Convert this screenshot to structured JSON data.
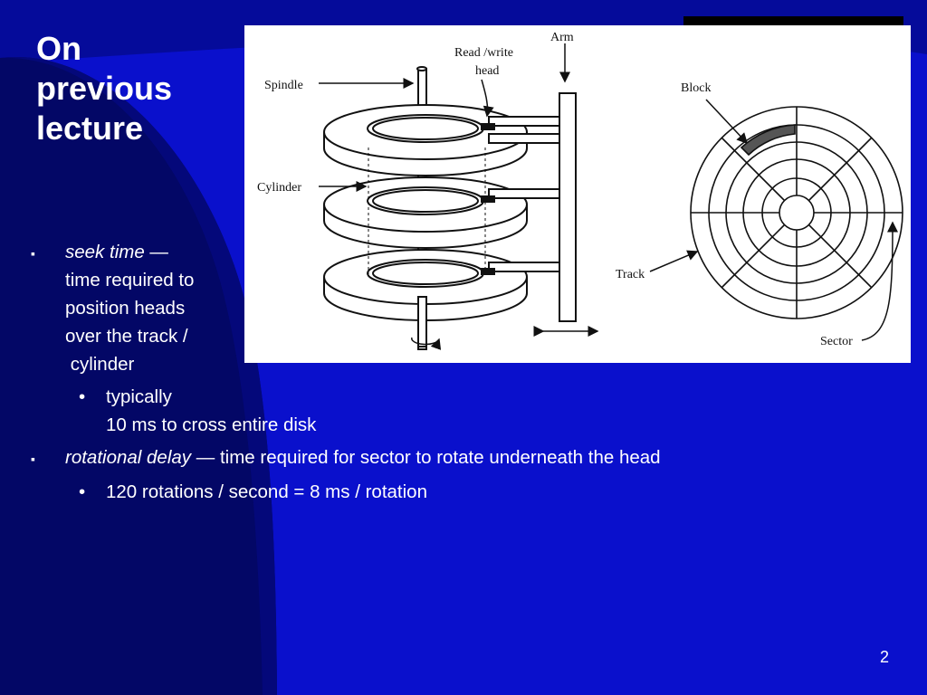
{
  "slide": {
    "title_lines": [
      "On",
      "previous",
      "lecture"
    ],
    "page_number": "2"
  },
  "figure": {
    "labels": {
      "arm": "Arm",
      "read_write_line1": "Read /write",
      "read_write_line2": "head",
      "spindle": "Spindle",
      "cylinder": "Cylinder",
      "block": "Block",
      "track": "Track",
      "sector": "Sector"
    }
  },
  "bullets": [
    {
      "marker": "▪",
      "term": "seek time",
      "dash": " —",
      "lines": [
        "time required to",
        "position heads",
        "over the track /",
        " cylinder"
      ],
      "sub": {
        "marker": "•",
        "lines": [
          "typically",
          "10 ms to cross entire disk"
        ]
      }
    },
    {
      "marker": "▪",
      "term": "rotational delay",
      "text": " — time required for sector to rotate underneath the head",
      "sub": {
        "marker": "•",
        "lines": [
          "120 rotations / second = 8 ms / rotation"
        ]
      }
    }
  ]
}
